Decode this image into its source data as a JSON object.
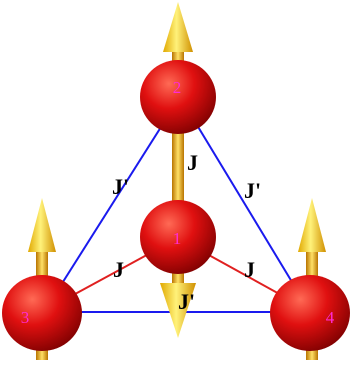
{
  "atoms": [
    {
      "label": "1",
      "spin": "down"
    },
    {
      "label": "2",
      "spin": "up"
    },
    {
      "label": "3",
      "spin": "up"
    },
    {
      "label": "4",
      "spin": "up"
    }
  ],
  "bond_labels": {
    "j_vertical": "J",
    "j_prime_left": "J'",
    "j_prime_right": "J'",
    "j_left": "J",
    "j_right": "J",
    "j_prime_bottom": "J'"
  },
  "colors": {
    "atom": "#e01010",
    "atom_label": "#ff2bd6",
    "arrow": "#ffd400",
    "arrow_stem": "#d89a00",
    "j_bond": "#e02020",
    "j_prime_bond": "#1a1aee",
    "label_text": "#000000"
  }
}
